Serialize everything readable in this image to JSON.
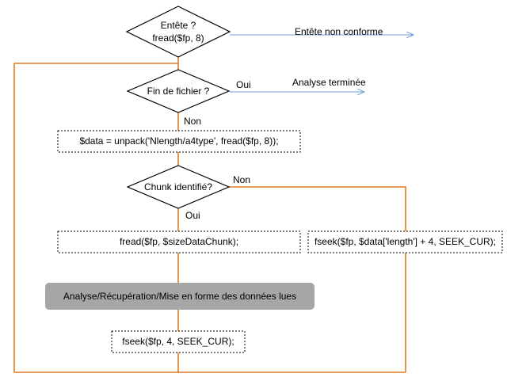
{
  "decisions": {
    "entete": {
      "line1": "Entête ?",
      "line2": "fread($fp, 8)"
    },
    "fin_fichier": {
      "label": "Fin de fichier ?"
    },
    "chunk": {
      "label": "Chunk identifié?"
    }
  },
  "boxes": {
    "unpack": "$data  = unpack('Nlength/a4type', fread($fp, 8));",
    "fread_chunk": "fread($fp, $sizeDataChunk);",
    "fseek_skip": "fseek($fp, $data['length'] + 4, SEEK_CUR);",
    "analyse": "Analyse/Récupération/Mise en forme des données lues",
    "fseek_crc": "fseek($fp, 4, SEEK_CUR);"
  },
  "edge_labels": {
    "entete_non_conforme": "Entête non conforme",
    "fin_oui": "Oui",
    "analyse_terminee": "Analyse terminée",
    "fin_non": "Non",
    "chunk_non": "Non",
    "chunk_oui": "Oui"
  },
  "colors": {
    "flow_line": "#e07b20",
    "exit_arrow": "#6f9fd8",
    "shape_stroke": "#000000",
    "grey_box": "#a6a6a6"
  }
}
